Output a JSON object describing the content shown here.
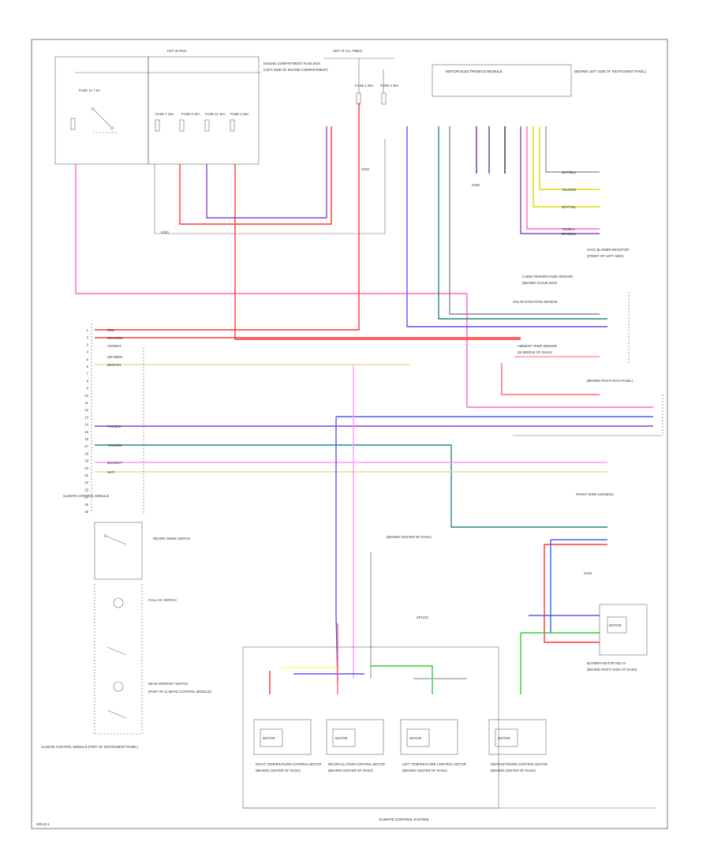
{
  "page": {
    "footer_code": "W0123-1",
    "system_title": "CLIMATE CONTROL SYSTEM"
  },
  "top": {
    "hot_in_run_left": "HOT IN RUN",
    "hot_in_run_right": "HOT AT ALL TIMES",
    "fuse_box_label": "ENGINE COMPARTMENT FUSE BOX",
    "fuse_box_note": "(LEFT SIDE OF ENGINE COMPARTMENT)",
    "fuse_a": "FUSE 12 7.5A",
    "fuse_b": "FUSE 7 15A",
    "fuse_c": "FUSE 9 10A",
    "fuse_d": "FUSE 11 10A",
    "fuse_e": "FUSE 3 15A",
    "fuse_f": "FUSE 1 20A",
    "fuse_g": "FUSE 4 30A",
    "relay_label": "MOTOR ELECTRONICS MODULE",
    "right_note": "(BEHIND LEFT SIDE OF INSTRUMENT PANEL)"
  },
  "ground_blocks": {
    "g1": "G302",
    "g2": "G301",
    "g3": "G201"
  },
  "right_side": {
    "hvac_label": "HVAC BLOWER RESISTOR",
    "wire_a": "GRY/BLU",
    "wire_b": "YEL/GRN",
    "wire_c": "GRY/YEL",
    "wire_d": "VIO/BLU",
    "wire_e": "BRN/BLU",
    "cab_label": "CABIN TEMPERATURE SENSOR",
    "sun_label": "SOLAR RADIATION SENSOR",
    "ambient_label": "AMBIENT TEMP SENSOR",
    "ref_a": "(FRONT OF LEFT SIDE)",
    "ref_b": "(BEHIND GLOVE BOX)",
    "ref_c": "(IN MIDDLE OF DASH)",
    "ref_d": "(BEHIND RIGHT KICK PANEL)"
  },
  "left_connector": {
    "name": "CLIMATE CONTROL MODULE",
    "pins": [
      "1",
      "2",
      "3",
      "4",
      "5",
      "6",
      "7",
      "8",
      "9",
      "10",
      "11",
      "12",
      "13",
      "14",
      "15",
      "16",
      "17",
      "18",
      "19",
      "20",
      "21",
      "22",
      "23",
      "24",
      "25",
      "26"
    ],
    "wire_red": "RED",
    "wire_grnrd": "GRN/RED",
    "wire_vio": "VIO/WHT",
    "wire_gry": "GRY/BRN",
    "wire_brn": "BRN/YEL",
    "wire_yel": "YEL/GRN",
    "wire_pnk": "PNK/BLK",
    "wire_blu": "BLU/WHT",
    "wire_wht": "WHT"
  },
  "switches": {
    "s1": "RECIRC MODE SWITCH",
    "s2": "FULL A/C SWITCH",
    "s3": "REAR DEFROST SWITCH",
    "s4": "(PART OF CLIMATE CONTROL MODULE)",
    "corner_label": "CLIMATE CONTROL MODULE (PART OF INSTRUMENT PANEL)"
  },
  "actuators": {
    "a1": "RIGHT TEMPERATURE CONTROL MOTOR",
    "a2": "RECIRCULATION CONTROL MOTOR",
    "a3": "LEFT TEMPERATURE CONTROL MOTOR",
    "a4": "DEFROST/MODE CONTROL MOTOR",
    "note": "(BEHIND CENTER OF DASH)",
    "motor_text": "MOTOR",
    "relay_text": "BLOWER MOTOR RELAY",
    "relay_ref": "(BEHIND RIGHT SIDE OF DASH)",
    "gnd_text": "G402",
    "junction_text": "FRONT WIRE HARNESS",
    "splice_label": "SPLICE"
  }
}
